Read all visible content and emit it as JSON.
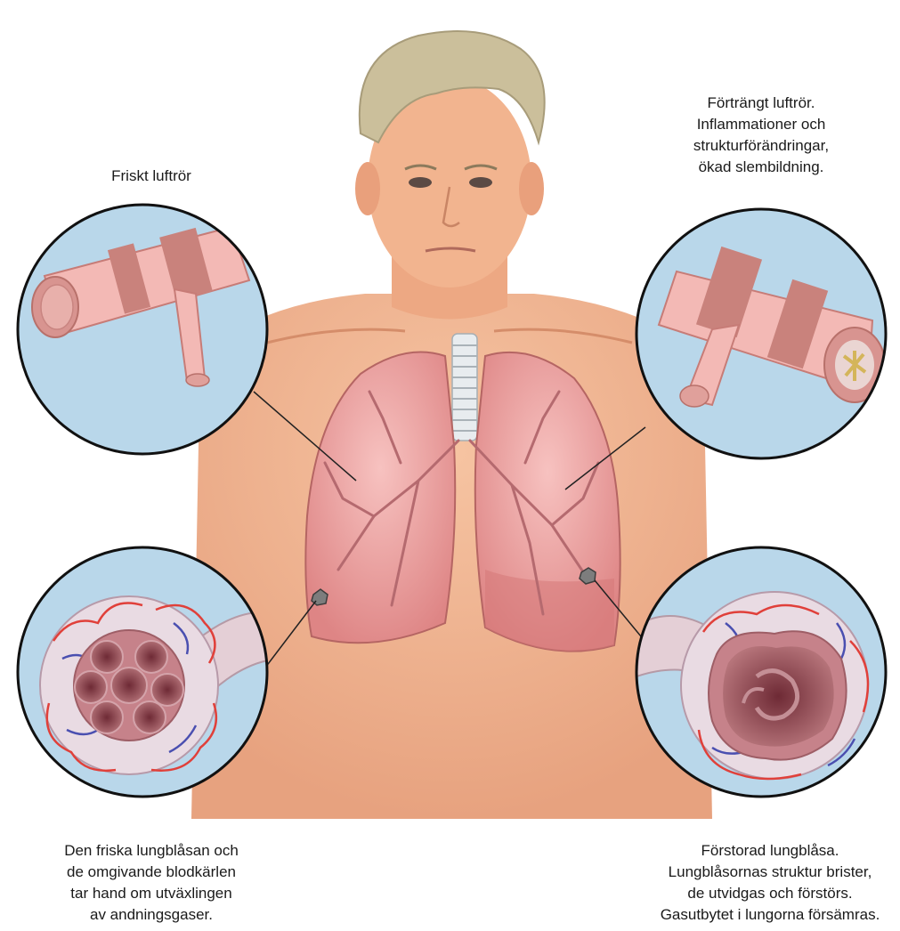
{
  "captions": {
    "healthy_airway": "Friskt luftrör",
    "narrowed_airway": [
      "Förträngt luftrör.",
      "Inflammationer och",
      "strukturförändringar,",
      "ökad slembildning."
    ],
    "healthy_alveoli": [
      "Den friska lungblåsan och",
      "de omgivande blodkärlen",
      "tar hand om utväxlingen",
      "av andningsgaser."
    ],
    "enlarged_alveoli": [
      "Förstorad lungblåsa.",
      "Lungblåsornas struktur brister,",
      "de utvidgas och förstörs.",
      "Gasutbytet i lungorna försämras."
    ]
  },
  "colors": {
    "skin": "#f2b48f",
    "skin_shadow": "#e39c77",
    "hair": "#cbbf9b",
    "lung": "#f0a6a6",
    "lung_dark": "#c9625f",
    "vessel": "#b56a6f",
    "circle_bg": "#b9d7ea",
    "airway_pink": "#f3b9b5",
    "ring": "#c9827c",
    "blood_red": "#e0403a",
    "blood_blue": "#4a4fb0"
  },
  "icons": [
    "trachea-icon",
    "lung-icon",
    "bronchus-tube-icon",
    "alveoli-cluster-icon",
    "lesion-marker-icon"
  ]
}
